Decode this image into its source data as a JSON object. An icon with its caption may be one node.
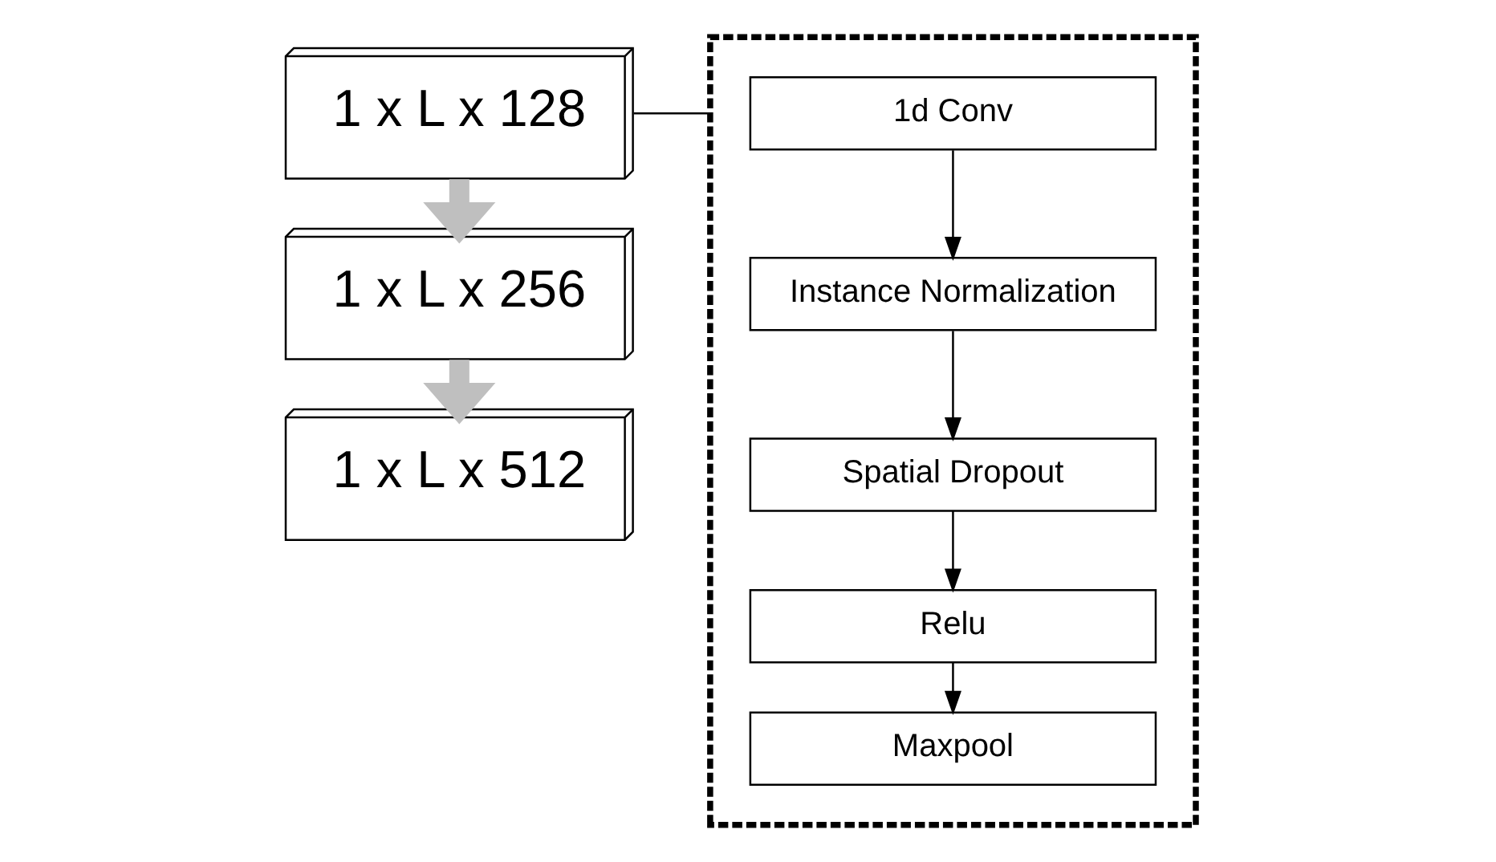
{
  "diagram": {
    "nodes": [
      {
        "text": [
          "1 x L x 128"
        ]
      },
      {
        "text": [
          "1 x L x 256"
        ]
      },
      {
        "text": [
          "1 x L x 512"
        ]
      },
      {
        "text": [],
        "shape": "box"
      },
      {
        "text": [
          "1d Conv"
        ],
        "in": 3
      },
      {
        "text": [
          "Instance Normalization"
        ],
        "in": 3
      },
      {
        "text": [
          "Spatial Dropout"
        ],
        "in": 3
      },
      {
        "text": [
          "Relu"
        ],
        "in": 3
      },
      {
        "text": [
          "Maxpool"
        ],
        "in": 3
      }
    ],
    "edges": [
      {
        "from": 0,
        "to": 1,
        "arrow": "to",
        "style": "thick",
        "color": "#bfbfbf"
      },
      {
        "from": 1,
        "to": 2,
        "arrow": "to",
        "style": "thick",
        "color": "#bfbfbf"
      },
      {
        "from": 0,
        "to": 3,
        "arrow": "none"
      },
      {
        "from": 4,
        "to": 5,
        "arrow": "to"
      },
      {
        "from": 5,
        "to": 6,
        "arrow": "to"
      },
      {
        "from": 6,
        "to": 7,
        "arrow": "to"
      },
      {
        "from": 7,
        "to": 8,
        "arrow": "to"
      }
    ]
  }
}
